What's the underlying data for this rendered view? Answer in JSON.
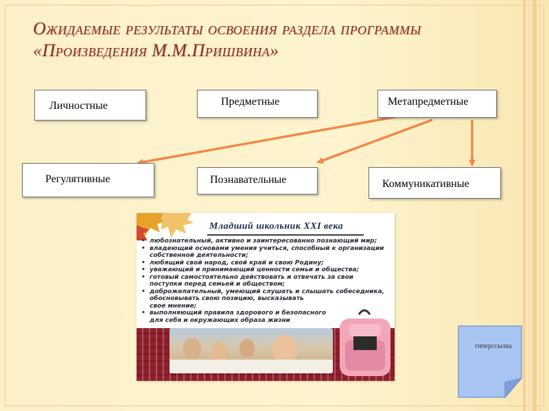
{
  "slide": {
    "title_line1": "Ожидаемые результаты освоения раздела программы",
    "title_line2": "«Произведения М.М.Пришвина»"
  },
  "boxes": {
    "personal": "Личностные",
    "subject": "Предметные",
    "metasubject": "Метапредметные",
    "regulatory": "Регулятивные",
    "cognitive": "Познавательные",
    "communicative": "Коммуникативные"
  },
  "poster": {
    "title": "Младший школьник XXI века",
    "items": [
      {
        "text": "любознательный, активно и заинтересованно познающий мир;",
        "bullet": true
      },
      {
        "text": "владеющий основами умения учиться, способный к организации\nсобственной деятельности;",
        "bullet": true
      },
      {
        "text": "любящий свой народ, свой край и свою Родину;",
        "bullet": true
      },
      {
        "text": "уважающий и принимающий ценности семьи и общества;",
        "bullet": true
      },
      {
        "text": "готовый самостоятельно действовать и отвечать за свои\nпоступки перед семьей и обществом;",
        "bullet": true
      },
      {
        "text": "доброжелательный, умеющий слушать и слышать собеседника,\nобосновывать  свою позицию, высказывать\nсвое мнение;",
        "bullet": true
      },
      {
        "text": "выполняющий правила здорового и безопасного\n  для себя и окружающих образа жизни",
        "bullet": true
      }
    ]
  },
  "note": {
    "label": "гиперссылка"
  },
  "colors": {
    "title": "#8b2a20",
    "arrow": "#f0894a",
    "note_fill": "#a9c5f2"
  },
  "icons": {
    "leaf": "maple-leaf-icon",
    "bag": "school-backpack-icon",
    "note": "sticky-note-icon"
  }
}
